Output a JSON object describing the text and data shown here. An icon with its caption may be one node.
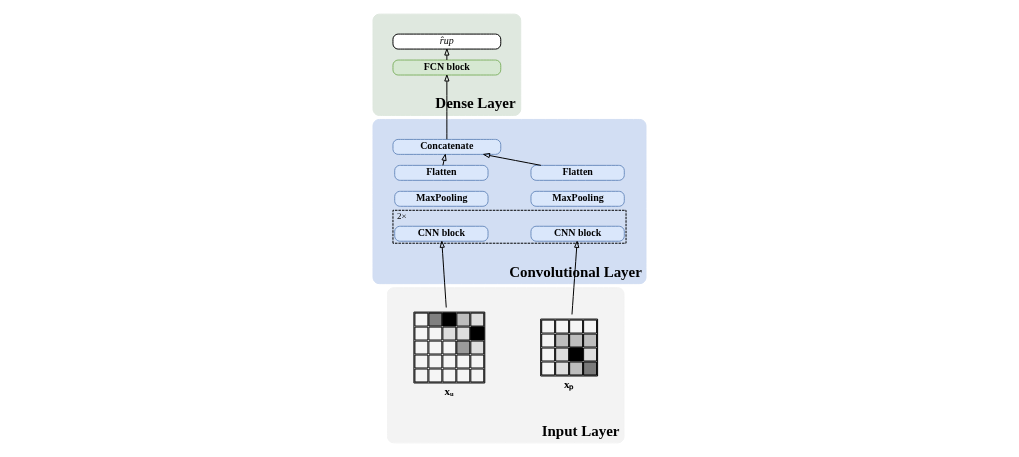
{
  "diagram": {
    "nodes": [
      {
        "text": [
          "Dense Layer"
        ]
      },
      {
        "text": [
          "r̂up"
        ],
        "in": 0
      },
      {
        "text": [
          "FCN block"
        ],
        "in": 0
      },
      {
        "text": [
          "Convolutional Layer"
        ]
      },
      {
        "text": [
          "Concatenate"
        ],
        "in": 3
      },
      {
        "text": [
          "Flatten"
        ],
        "in": 3
      },
      {
        "text": [
          "MaxPooling"
        ],
        "in": 3
      },
      {
        "text": [
          "Flatten"
        ],
        "in": 3
      },
      {
        "text": [
          "MaxPooling"
        ],
        "in": 3
      },
      {
        "text": [
          "2×"
        ],
        "in": 3
      },
      {
        "text": [
          "CNN block"
        ],
        "in": 9
      },
      {
        "text": [
          "CNN block"
        ],
        "in": 9
      },
      {
        "text": [
          "Input Layer"
        ]
      },
      {
        "text": [
          "xᵤ"
        ],
        "in": 12
      },
      {
        "text": [
          "xₚ"
        ],
        "in": 12
      }
    ],
    "edges": [
      {
        "from": 13,
        "to": 10,
        "arrow": "to"
      },
      {
        "from": 14,
        "to": 11,
        "arrow": "to"
      },
      {
        "from": 5,
        "to": 4,
        "arrow": "to"
      },
      {
        "from": 7,
        "to": 4,
        "arrow": "to"
      },
      {
        "from": 4,
        "to": 2,
        "arrow": "to"
      },
      {
        "from": 2,
        "to": 1,
        "arrow": "to"
      }
    ]
  }
}
